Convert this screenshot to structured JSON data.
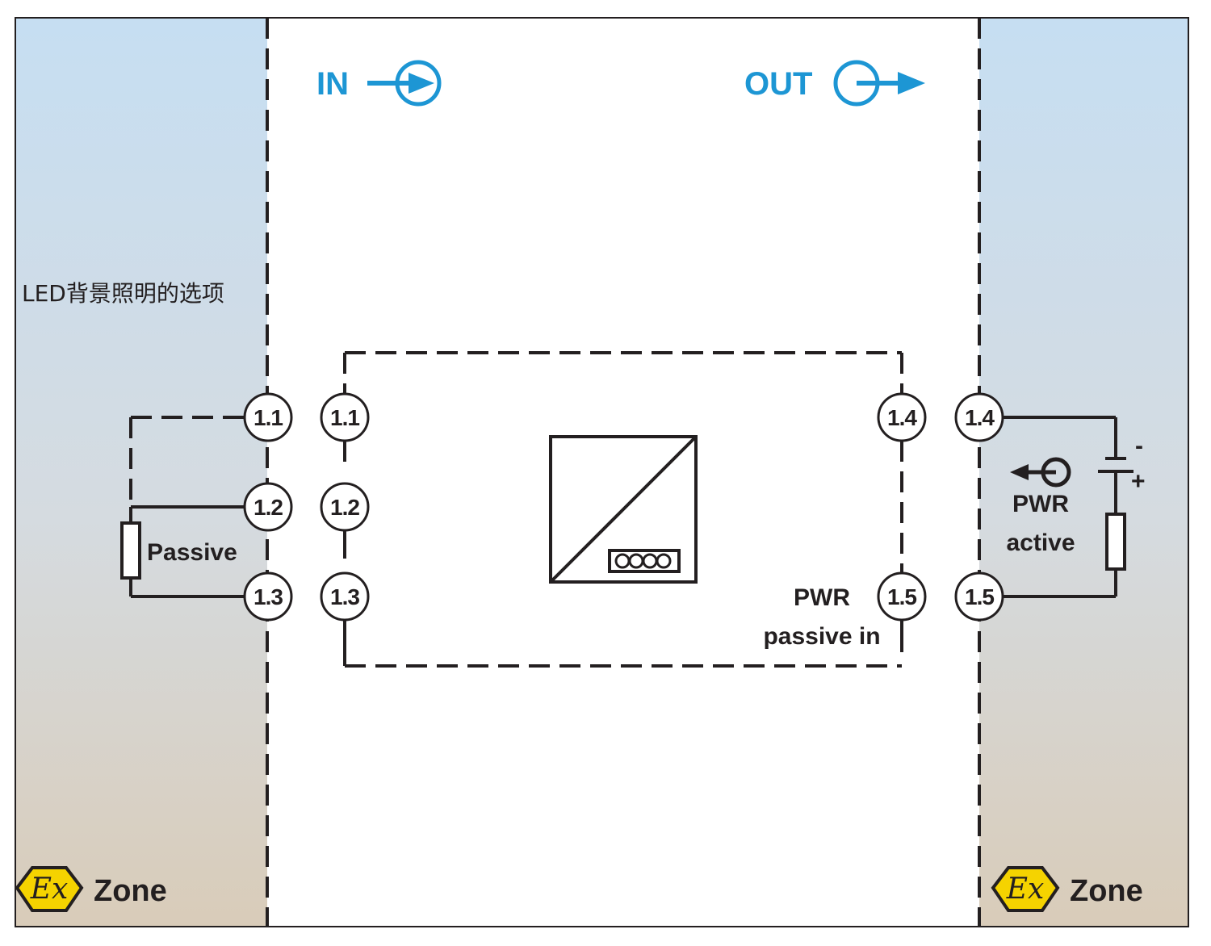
{
  "header": {
    "in_label": "IN",
    "out_label": "OUT"
  },
  "zones": {
    "left_note": "LED背景照明的选项",
    "left_zone_label": "Zone",
    "right_zone_label": "Zone",
    "ex_symbol_text": "Ex",
    "ex_symbol_color": "#f5d300"
  },
  "terminals": {
    "left_field": [
      "1.1",
      "1.2",
      "1.3"
    ],
    "left_module": [
      "1.1",
      "1.2",
      "1.3"
    ],
    "right_module": [
      "1.4",
      "1.5"
    ],
    "right_field": [
      "1.4",
      "1.5"
    ]
  },
  "labels": {
    "passive": "Passive",
    "pwr_passive_line1": "PWR",
    "pwr_passive_line2": "passive in",
    "pwr_active_line1": "PWR",
    "pwr_active_line2": "active",
    "battery_minus": "-",
    "battery_plus": "+"
  },
  "colors": {
    "accent_blue": "#1d96d4",
    "line": "#231f20",
    "zone_gradient_top": "#c6def2",
    "zone_gradient_bottom": "#d9ccb9"
  }
}
